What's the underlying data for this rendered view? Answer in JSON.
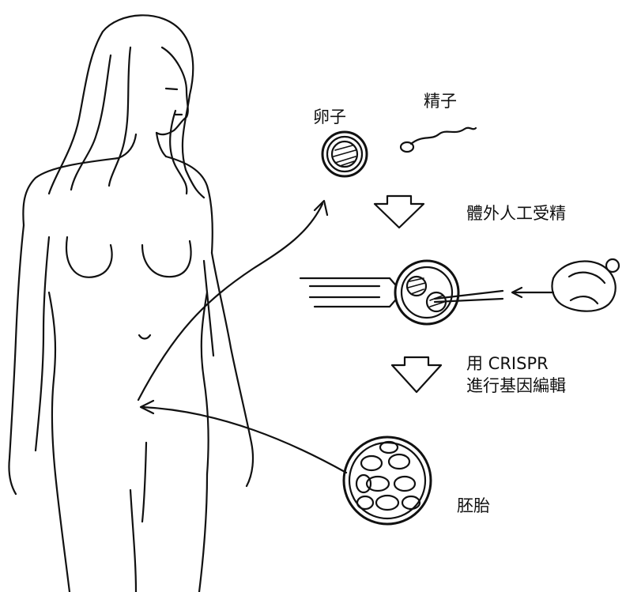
{
  "labels": {
    "egg": "卵子",
    "sperm": "精子",
    "ivf": "體外人工受精",
    "crispr_line1": "用 CRISPR",
    "crispr_line2": "進行基因編輯",
    "embryo": "胚胎"
  },
  "colors": {
    "ink": "#111111",
    "paper": "#ffffff"
  }
}
